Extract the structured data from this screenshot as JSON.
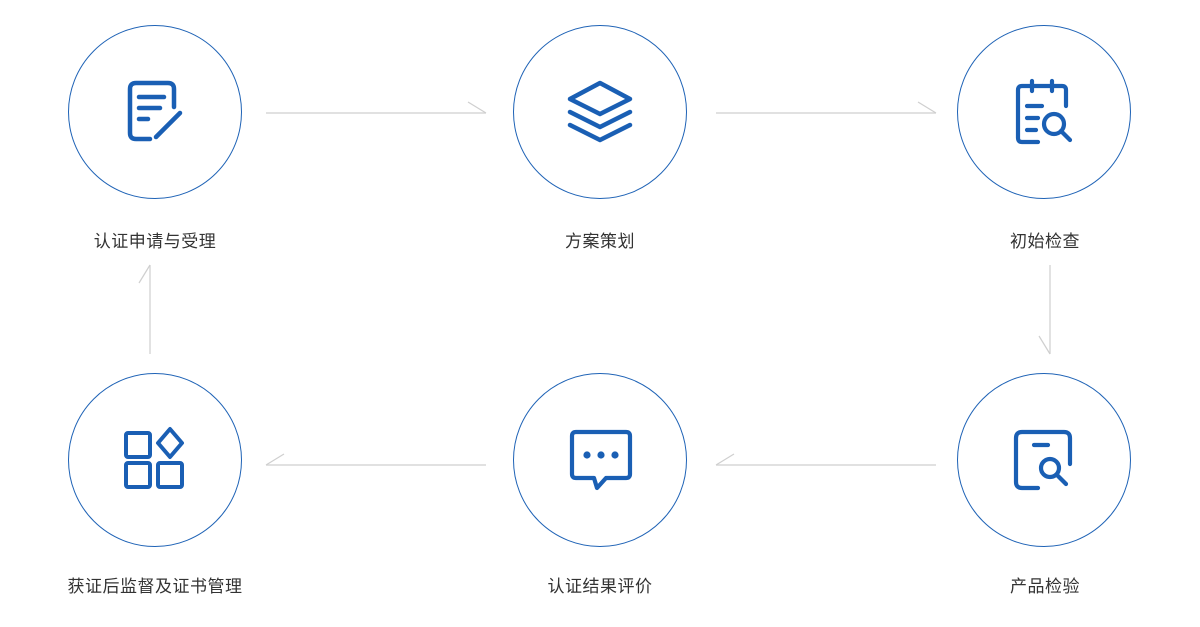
{
  "steps": [
    {
      "label": "认证申请与受理",
      "icon": "form-edit-icon"
    },
    {
      "label": "方案策划",
      "icon": "layers-icon"
    },
    {
      "label": "初始检查",
      "icon": "clipboard-search-icon"
    },
    {
      "label": "产品检验",
      "icon": "document-search-icon"
    },
    {
      "label": "认证结果评价",
      "icon": "chat-bubble-icon"
    },
    {
      "label": "获证后监督及证书管理",
      "icon": "apps-grid-icon"
    }
  ],
  "colors": {
    "accent": "#1a5fb4",
    "circle_border": "#1f63b6",
    "connector": "#cfcfcf",
    "label_text": "#333333"
  }
}
